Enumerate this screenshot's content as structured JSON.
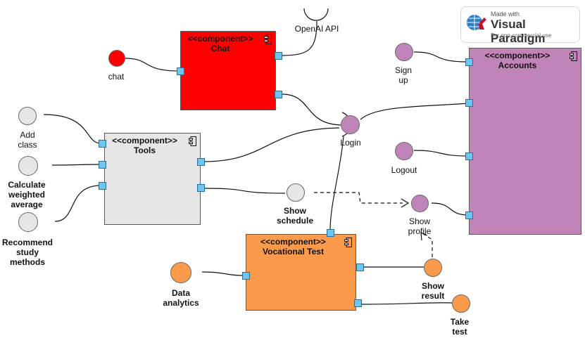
{
  "components": {
    "chat": {
      "stereotype": "<<component>>",
      "name": "Chat",
      "color": "#ff0000"
    },
    "accounts": {
      "stereotype": "<<component>>",
      "name": "Accounts",
      "color": "#c084b8"
    },
    "tools": {
      "stereotype": "<<component>>",
      "name": "Tools",
      "color": "#e6e6e6"
    },
    "vocational": {
      "stereotype": "<<component>>",
      "name": "Vocational Test",
      "color": "#fa9a4a"
    }
  },
  "interfaces": {
    "openai": "OpenAI API",
    "chat": "chat",
    "signup": "Sign\nup",
    "login": "Login",
    "logout": "Logout",
    "add_class": "Add\nclass",
    "calc_avg": "Calculate\nweighted\naverage",
    "recommend": "Recommend\nstudy\nmethods",
    "show_schedule": "Show\nschedule",
    "show_profile": "Show\nprofile",
    "data_analytics": "Data\nanalytics",
    "show_result": "Show\nresult",
    "take_test": "Take\ntest"
  },
  "colors": {
    "chat_iface": "#ff0000",
    "accounts_iface": "#c084b8",
    "tools_iface": "#e6e6e6",
    "vocational_iface": "#fa9a4a",
    "port": "#6ec6f0"
  },
  "watermark": {
    "small": "Made with",
    "brand": "Visual Paradigm",
    "note": "For non-commercial use"
  }
}
